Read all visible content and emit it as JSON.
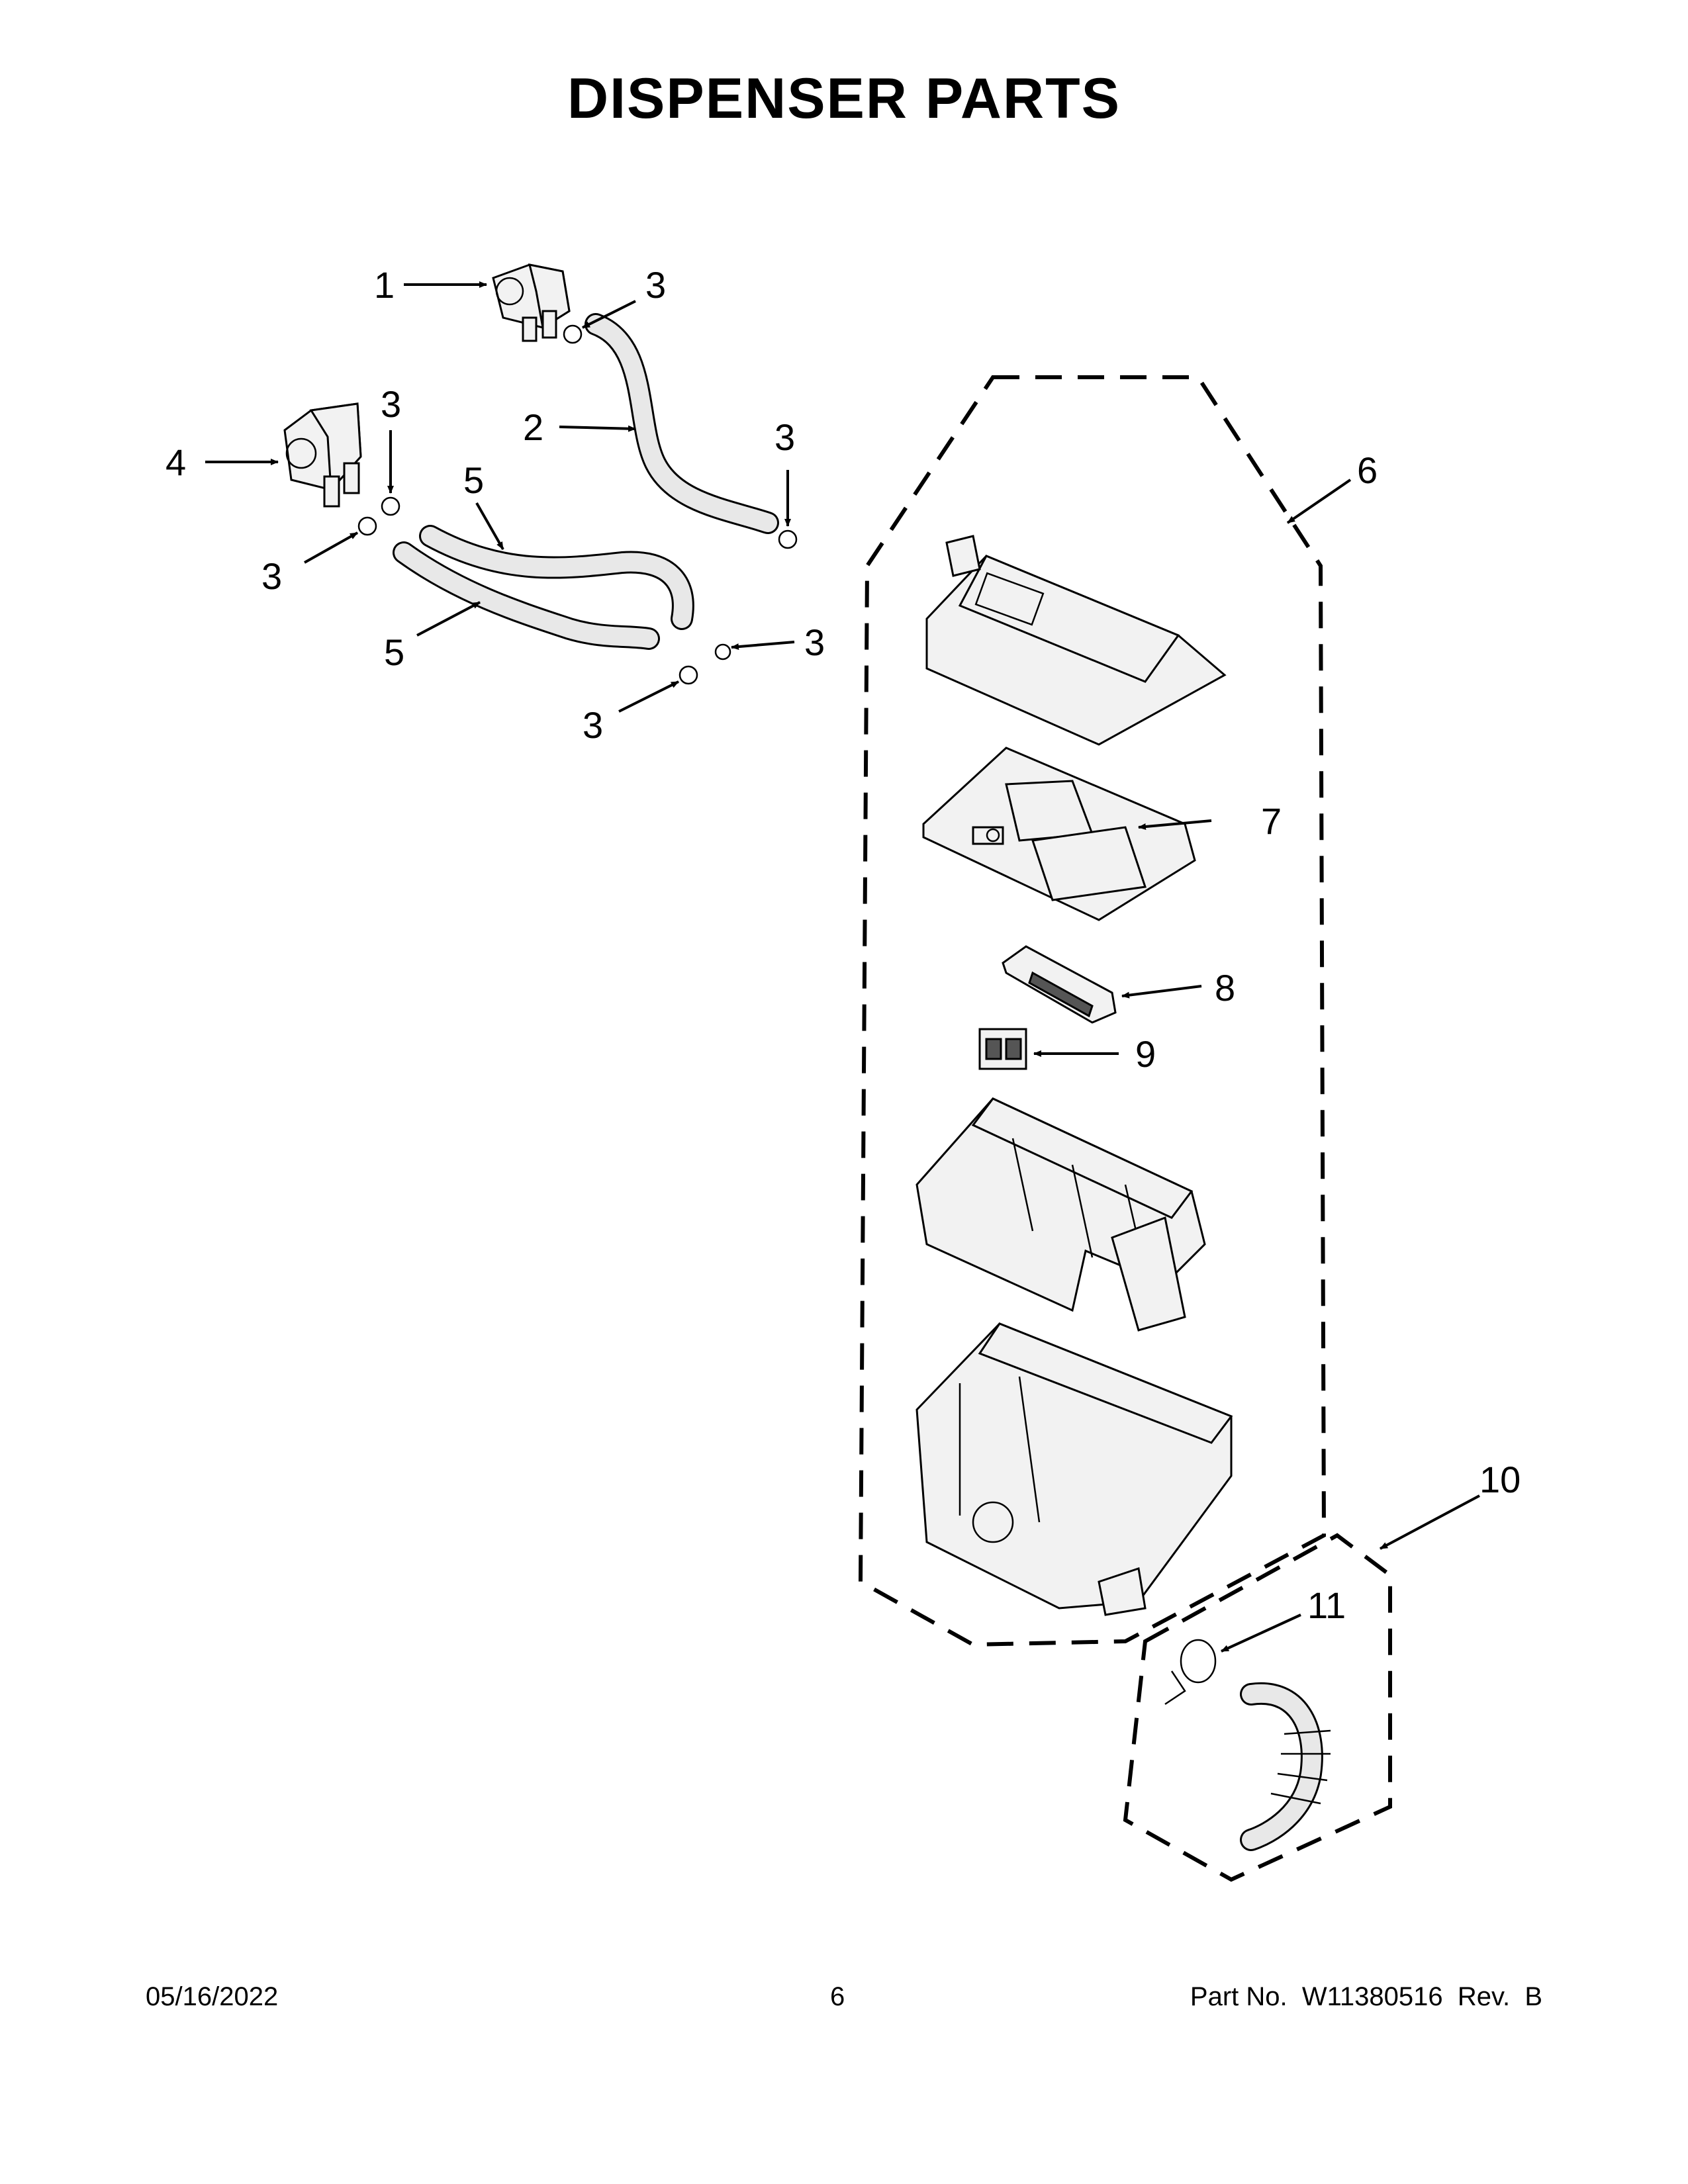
{
  "title": "DISPENSER PARTS",
  "callouts": {
    "c1": "1",
    "c2": "2",
    "c3": "3",
    "c4": "4",
    "c5": "5",
    "c6": "6",
    "c7": "7",
    "c8": "8",
    "c9": "9",
    "c10": "10",
    "c11": "11"
  },
  "footer": {
    "date": "05/16/2022",
    "page": "6",
    "part_no": "Part No.  W11380516  Rev.  B"
  }
}
